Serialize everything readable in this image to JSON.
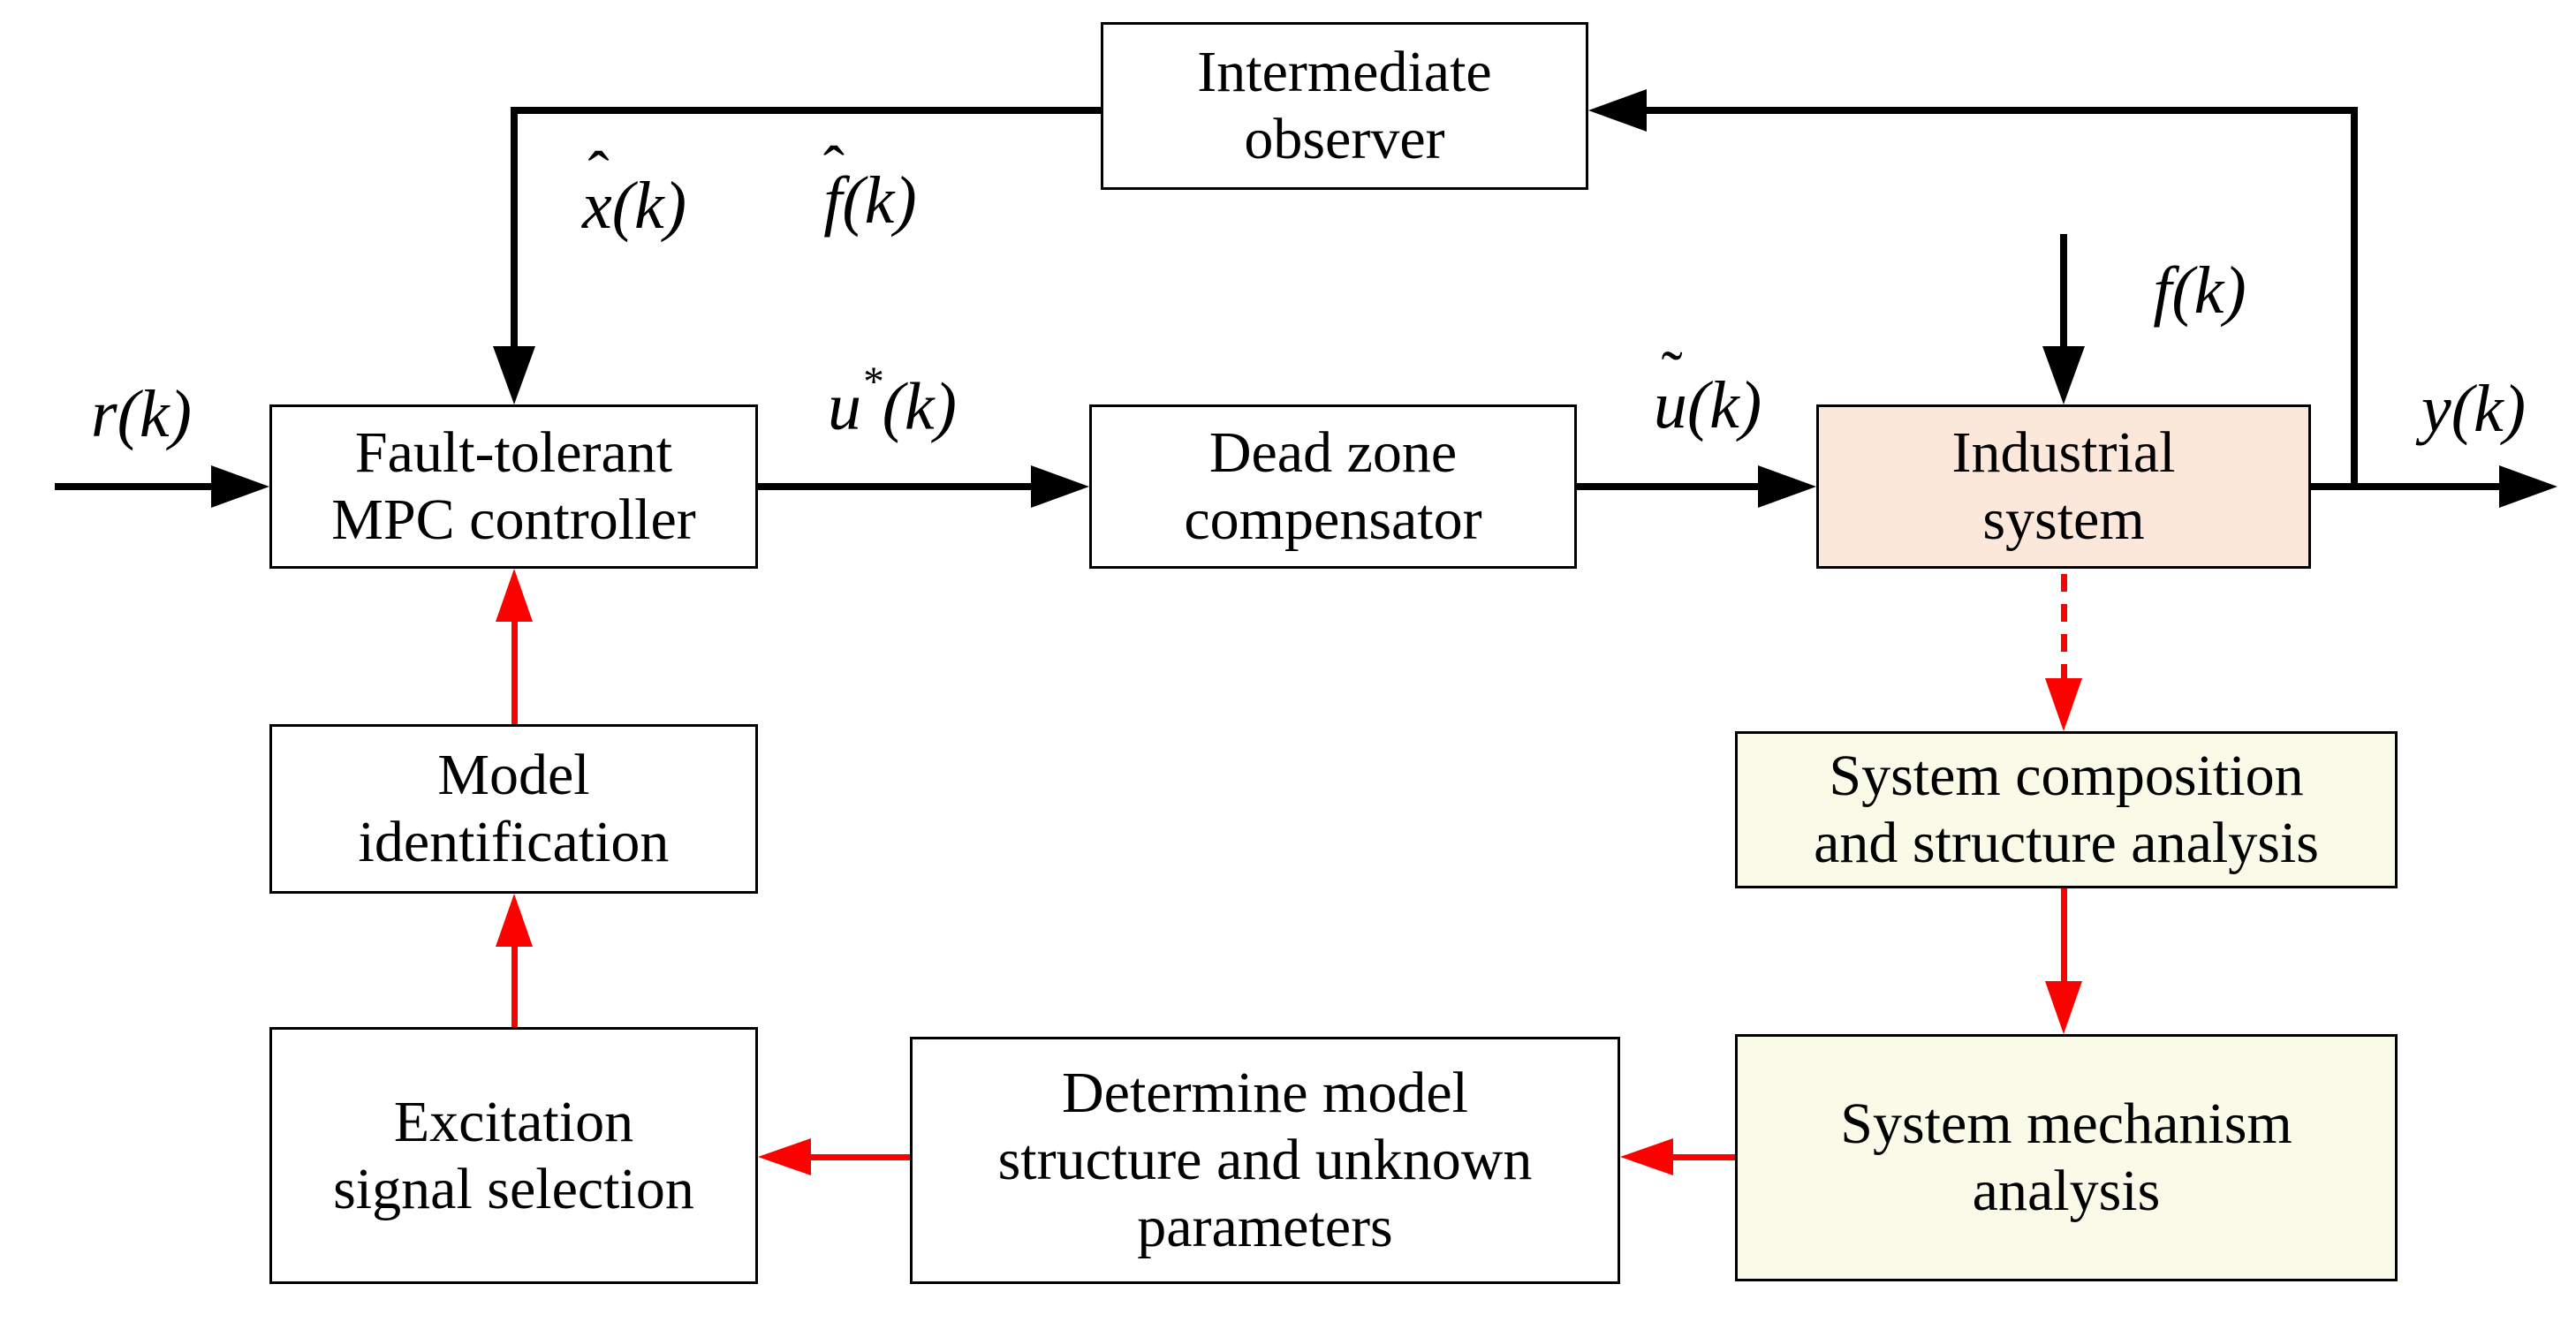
{
  "boxes": {
    "observer": {
      "line1": "Intermediate",
      "line2": "observer"
    },
    "mpc": {
      "line1": "Fault-tolerant",
      "line2": "MPC controller"
    },
    "deadzone": {
      "line1": "Dead zone",
      "line2": "compensator"
    },
    "industrial": {
      "line1": "Industrial",
      "line2": "system"
    },
    "model_id": {
      "line1": "Model",
      "line2": "identification"
    },
    "sys_comp": {
      "line1": "System composition",
      "line2": "and structure analysis"
    },
    "excitation": {
      "line1": "Excitation",
      "line2": "signal selection"
    },
    "determine": {
      "line1": "Determine model",
      "line2": "structure and unknown",
      "line3": "parameters"
    },
    "mechanism": {
      "line1": "System mechanism",
      "line2": "analysis"
    }
  },
  "signals": {
    "r": {
      "base": "r",
      "suffix": "(k)"
    },
    "xhat": {
      "accent": "ˆ",
      "base": "x",
      "suffix": "(k)"
    },
    "fhat": {
      "accent": "ˆ",
      "base": "f",
      "suffix": "(k)"
    },
    "ustar": {
      "base": "u",
      "sup": "*",
      "suffix": "(k)"
    },
    "utilde": {
      "accent": "˜",
      "base": "u",
      "suffix": "(k)"
    },
    "f": {
      "base": "f",
      "suffix": "(k)"
    },
    "y": {
      "base": "y",
      "suffix": "(k)"
    }
  },
  "colors": {
    "industrial_fill": "#fbe8da",
    "analysis_fill": "#fafae8",
    "arrow_black": "#000000",
    "arrow_red": "#fb0200",
    "box_border": "#000000",
    "background": "#ffffff"
  }
}
